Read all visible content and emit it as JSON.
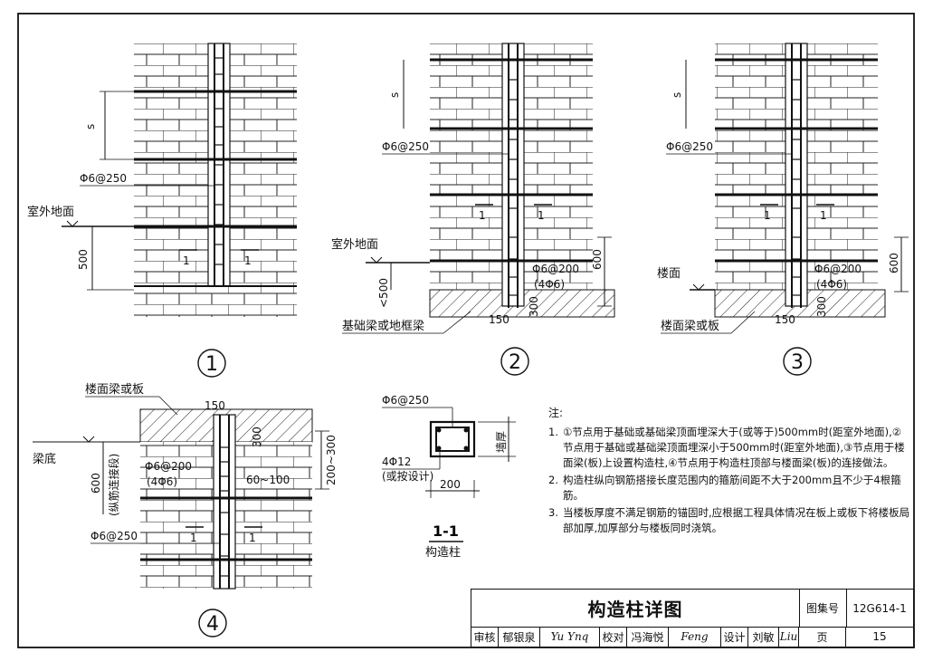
{
  "details": {
    "d1": {
      "number": "1",
      "label_ground": "室外地面",
      "rebar": "Φ6@250",
      "dim_s": "s",
      "dim_500": "500",
      "section": "1"
    },
    "d2": {
      "number": "2",
      "label_ground": "室外地面",
      "rebar_top": "Φ6@250",
      "rebar_anchor": "Φ6@200",
      "rebar_anchor_count": "(4Φ6)",
      "dim_s": "s",
      "dim_lt500": "<500",
      "dim_600": "600",
      "dim_150": "150",
      "dim_300": "300",
      "label_beam": "基础梁或地框梁",
      "section": "1"
    },
    "d3": {
      "number": "3",
      "label_floor": "楼面",
      "rebar_top": "Φ6@250",
      "rebar_anchor": "Φ6@200",
      "rebar_anchor_count": "(4Φ6)",
      "dim_s": "s",
      "dim_600": "600",
      "dim_150": "150",
      "dim_300": "300",
      "label_beam": "楼面梁或板",
      "section": "1"
    },
    "d4": {
      "number": "4",
      "label_beam": "楼面梁或板",
      "label_beam_bottom": "梁底",
      "dim_150": "150",
      "dim_300": "300",
      "dim_600": "600",
      "dim_lap": "(纵筋连接段)",
      "rebar_anchor": "Φ6@200",
      "rebar_anchor_count": "(4Φ6)",
      "dim_gap": "60~100",
      "dim_range": "200~300",
      "rebar_bottom": "Φ6@250",
      "section": "1"
    }
  },
  "section": {
    "stirrup": "Φ6@250",
    "longitudinal": "4Φ12",
    "longitudinal_note": "(或按设计)",
    "dim_width": "200",
    "dim_wall": "墙厚",
    "title": "1-1",
    "subtitle": "构造柱"
  },
  "notes": {
    "title": "注:",
    "items": [
      {
        "n": "1.",
        "text": "①节点用于基础或基础梁顶面埋深大于(或等于)500mm时(距室外地面),②节点用于基础或基础梁顶面埋深小于500mm时(距室外地面),③节点用于楼面梁(板)上设置构造柱,④节点用于构造柱顶部与楼面梁(板)的连接做法。"
      },
      {
        "n": "2.",
        "text": "构造柱纵向钢筋搭接长度范围内的箍筋间距不大于200mm且不少于4根箍筋。"
      },
      {
        "n": "3.",
        "text": "当楼板厚度不满足钢筋的锚固时,应根据工程具体情况在板上或板下将楼板局部加厚,加厚部分与楼板同时浇筑。"
      }
    ]
  },
  "titleblock": {
    "title": "构造柱详图",
    "atlas_label": "图集号",
    "atlas_value": "12G614-1",
    "review_label": "审核",
    "review_name": "郁银泉",
    "review_sig": "Yu Ynq",
    "check_label": "校对",
    "check_name": "冯海悦",
    "check_sig": "Feng",
    "design_label": "设计",
    "design_name": "刘敏",
    "design_sig": "Liu",
    "page_label": "页",
    "page_value": "15"
  }
}
